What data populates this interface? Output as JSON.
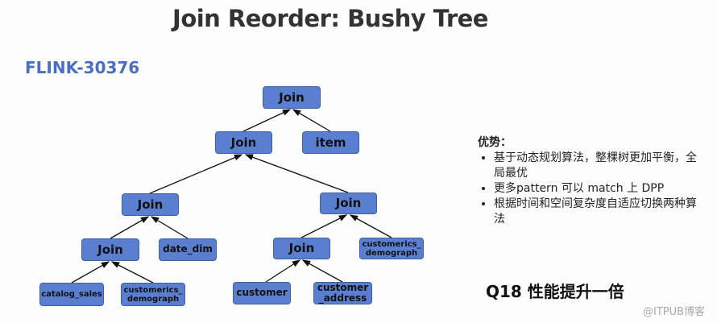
{
  "title": "Join Reorder: Bushy Tree",
  "ticket": "FLINK-30376",
  "tree": {
    "root": "Join",
    "join_l1": "Join",
    "item": "item",
    "join_l2_left": "Join",
    "join_l2_right": "Join",
    "join_l3_left": "Join",
    "date_dim": "date_dim",
    "join_l3_right": "Join",
    "customerics_demograph_right": "customerics_ demograph",
    "catalog_sales": "catalog_sales",
    "customerics_demograph_left": "customerics_ demograph",
    "customer": "customer",
    "customer_address": "customer _address"
  },
  "advantages": {
    "heading": "优势：",
    "items": [
      "基于动态规划算法，整棵树更加平衡，全局最优",
      "更多pattern 可以 match 上 DPP",
      "根据时间和空间复杂度自适应切换两种算法"
    ]
  },
  "performance": "Q18 性能提升一倍",
  "watermark": "@ITPUB博客",
  "colors": {
    "node_fill": "#5b7fd0",
    "accent": "#4a6fc2"
  }
}
